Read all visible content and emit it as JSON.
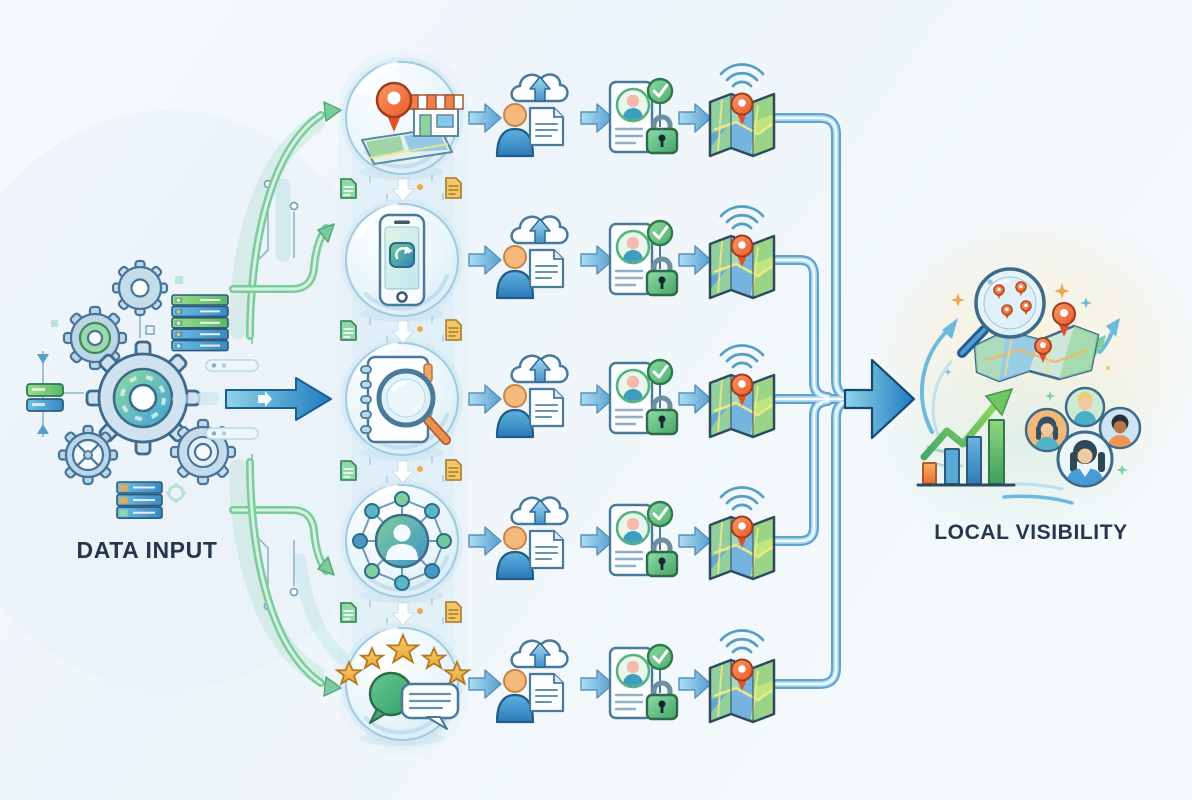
{
  "labels": {
    "data_input": "DATA INPUT",
    "local_visibility": "LOCAL VISIBILITY"
  },
  "colors": {
    "background": "#f2f8fb",
    "accent_blue": "#2e86c8",
    "pipe_blue": "#5fa3cf",
    "accent_green": "#6fc893",
    "pin_orange": "#ef6430",
    "star_yellow": "#f0a840",
    "lock_green": "#48a868",
    "glass_circle": "#d8ecf6",
    "text_navy": "#26364e"
  },
  "flow": {
    "source": {
      "label_ref": "data_input",
      "icons": [
        "gear-cluster-icon",
        "server-stack-icon",
        "database-bars-icon",
        "circuit-traces"
      ]
    },
    "channels": [
      {
        "icon": "storefront-map-pin-icon"
      },
      {
        "icon": "smartphone-app-icon"
      },
      {
        "icon": "notebook-magnifier-icon"
      },
      {
        "icon": "profile-network-icon"
      },
      {
        "icon": "reviews-stars-chat-icon"
      }
    ],
    "stages_per_channel": [
      {
        "icon": "person-cloud-upload-document-icon"
      },
      {
        "icon": "verified-profile-lock-icon"
      },
      {
        "icon": "map-pin-broadcast-icon"
      }
    ],
    "between_rows": [
      "green-document-icon",
      "down-arrow-icon",
      "yellow-document-icon"
    ],
    "destination": {
      "label_ref": "local_visibility",
      "icons": [
        "magnifier-map-pins-icon",
        "growth-bar-chart-icon",
        "audience-avatars-icon",
        "cycle-arrows-icon",
        "sparkles"
      ]
    }
  }
}
